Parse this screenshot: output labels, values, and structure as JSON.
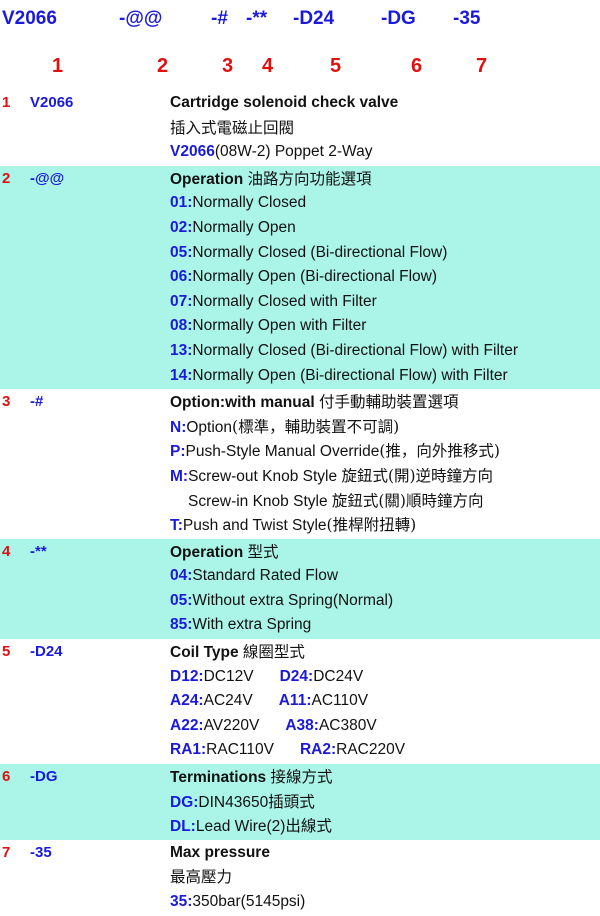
{
  "header": {
    "codes": [
      "V2066",
      "-@@",
      "-#",
      "-**",
      "-D24",
      "-DG",
      "-35"
    ],
    "numbers": [
      "1",
      "2",
      "3",
      "4",
      "5",
      "6",
      "7"
    ]
  },
  "sections": [
    {
      "num": "1",
      "code": "V2066",
      "shaded": false,
      "lines": [
        {
          "key": "",
          "text": "Cartridge solenoid check valve",
          "title": true
        },
        {
          "key": "",
          "zh": "插入式電磁止回閥"
        },
        {
          "key": "V2066",
          "text": "(08W-2) Poppet 2-Way"
        }
      ]
    },
    {
      "num": "2",
      "code": "-@@",
      "shaded": true,
      "lines": [
        {
          "key": "",
          "text": "Operation ",
          "zh": "油路方向功能選項",
          "title": true
        },
        {
          "key": "01:",
          "text": "Normally Closed"
        },
        {
          "key": "02:",
          "text": "Normally Open"
        },
        {
          "key": "05:",
          "text": "Normally Closed (Bi-directional Flow)"
        },
        {
          "key": "06:",
          "text": "Normally Open (Bi-directional Flow)"
        },
        {
          "key": "07:",
          "text": "Normally Closed with Filter"
        },
        {
          "key": "08:",
          "text": "Normally Open with Filter"
        },
        {
          "key": "13:",
          "text": "Normally Closed (Bi-directional Flow) with Filter"
        },
        {
          "key": "14:",
          "text": "Normally Open (Bi-directional Flow) with Filter"
        }
      ]
    },
    {
      "num": "3",
      "code": "-#",
      "shaded": false,
      "lines": [
        {
          "key": "",
          "text": "Option:with manual ",
          "zh": "付手動輔助裝置選項",
          "title": true
        },
        {
          "key": "N:",
          "text": "Option",
          "zh": "(標準，輔助裝置不可調)"
        },
        {
          "key": "P:",
          "text": "Push-Style Manual Override",
          "zh": "(推，向外推移式)"
        },
        {
          "key": "M:",
          "text": "Screw-out Knob Style ",
          "zh": "旋鈕式(開)逆時鐘方向"
        },
        {
          "key": "",
          "text": "Screw-in Knob Style ",
          "zh": "旋鈕式(關)順時鐘方向",
          "indent": true
        },
        {
          "key": "T:",
          "text": "Push and Twist Style",
          "zh": "(推桿附扭轉)"
        }
      ]
    },
    {
      "num": "4",
      "code": "-**",
      "shaded": true,
      "lines": [
        {
          "key": "",
          "text": "Operation ",
          "zh": "型式",
          "title": true
        },
        {
          "key": "04:",
          "text": "Standard Rated Flow"
        },
        {
          "key": "05:",
          "text": "Without extra Spring(Normal)"
        },
        {
          "key": "85:",
          "text": "With extra Spring"
        }
      ]
    },
    {
      "num": "5",
      "code": "-D24",
      "shaded": false,
      "lines": [
        {
          "key": "",
          "text": "Coil Type ",
          "zh": "線圈型式",
          "title": true
        },
        {
          "key": "D12:",
          "text": "DC12V",
          "key2": "D24:",
          "text2": "DC24V"
        },
        {
          "key": "A24:",
          "text": "AC24V",
          "key2": "A11:",
          "text2": "AC110V"
        },
        {
          "key": "A22:",
          "text": "AV220V",
          "key2": "A38:",
          "text2": "AC380V"
        },
        {
          "key": "RA1:",
          "text": "RAC110V",
          "key2": "RA2:",
          "text2": "RAC220V"
        }
      ]
    },
    {
      "num": "6",
      "code": "-DG",
      "shaded": true,
      "lines": [
        {
          "key": "",
          "text": "Terminations ",
          "zh": "接線方式",
          "title": true
        },
        {
          "key": "DG:",
          "text": "DIN43650",
          "zh": "插頭式"
        },
        {
          "key": "DL:",
          "text": "Lead Wire(2)",
          "zh": "出線式"
        }
      ]
    },
    {
      "num": "7",
      "code": "-35",
      "shaded": false,
      "lines": [
        {
          "key": "",
          "text": "Max pressure",
          "title": true
        },
        {
          "key": "",
          "zh": "最高壓力"
        },
        {
          "key": "35:",
          "text": "350bar(5145psi)"
        }
      ]
    }
  ],
  "colors": {
    "code": "#1a1adb",
    "number": "#e01010",
    "shade": "#aaf5e8"
  }
}
